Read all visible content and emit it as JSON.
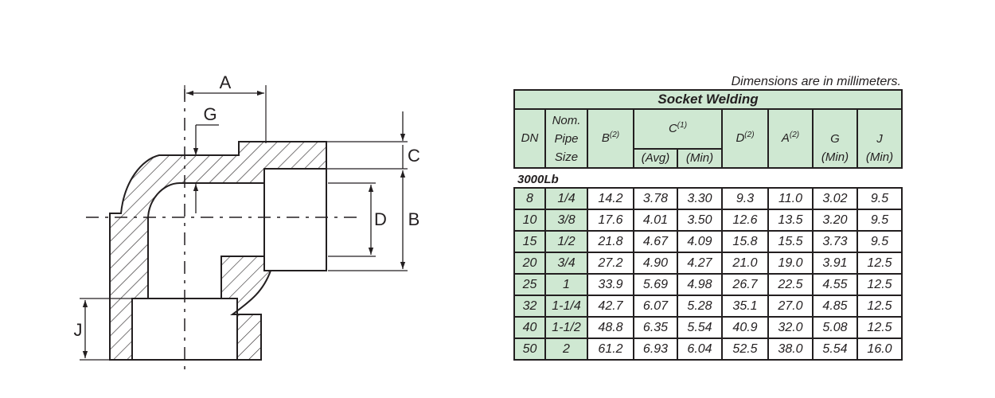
{
  "drawing": {
    "labels": {
      "a": "A",
      "b": "B",
      "c": "C",
      "d": "D",
      "g": "G",
      "j": "J"
    }
  },
  "note": "Dimensions are in millimeters.",
  "table": {
    "title": "Socket Welding",
    "headers": {
      "dn": "DN",
      "nps_1": "Nom.",
      "nps_2": "Pipe",
      "nps_3": "Size",
      "b": "B",
      "b_sup": "(2)",
      "c": "C",
      "c_sup": "(1)",
      "c_avg": "(Avg)",
      "c_min": "(Min)",
      "d": "D",
      "d_sup": "(2)",
      "a": "A",
      "a_sup": "(2)",
      "g": "G",
      "g_min": "(Min)",
      "j": "J",
      "j_min": "(Min)"
    },
    "class_label": "3000Lb",
    "rows": [
      [
        "8",
        "1/4",
        "14.2",
        "3.78",
        "3.30",
        "9.3",
        "11.0",
        "3.02",
        "9.5"
      ],
      [
        "10",
        "3/8",
        "17.6",
        "4.01",
        "3.50",
        "12.6",
        "13.5",
        "3.20",
        "9.5"
      ],
      [
        "15",
        "1/2",
        "21.8",
        "4.67",
        "4.09",
        "15.8",
        "15.5",
        "3.73",
        "9.5"
      ],
      [
        "20",
        "3/4",
        "27.2",
        "4.90",
        "4.27",
        "21.0",
        "19.0",
        "3.91",
        "12.5"
      ],
      [
        "25",
        "1",
        "33.9",
        "5.69",
        "4.98",
        "26.7",
        "22.5",
        "4.55",
        "12.5"
      ],
      [
        "32",
        "1-1/4",
        "42.7",
        "6.07",
        "5.28",
        "35.1",
        "27.0",
        "4.85",
        "12.5"
      ],
      [
        "40",
        "1-1/2",
        "48.8",
        "6.35",
        "5.54",
        "40.9",
        "32.0",
        "5.08",
        "12.5"
      ],
      [
        "50",
        "2",
        "61.2",
        "6.93",
        "6.04",
        "52.5",
        "38.0",
        "5.54",
        "16.0"
      ]
    ],
    "colors": {
      "header_fill": "#cfe8d2",
      "line": "#231f20"
    }
  }
}
